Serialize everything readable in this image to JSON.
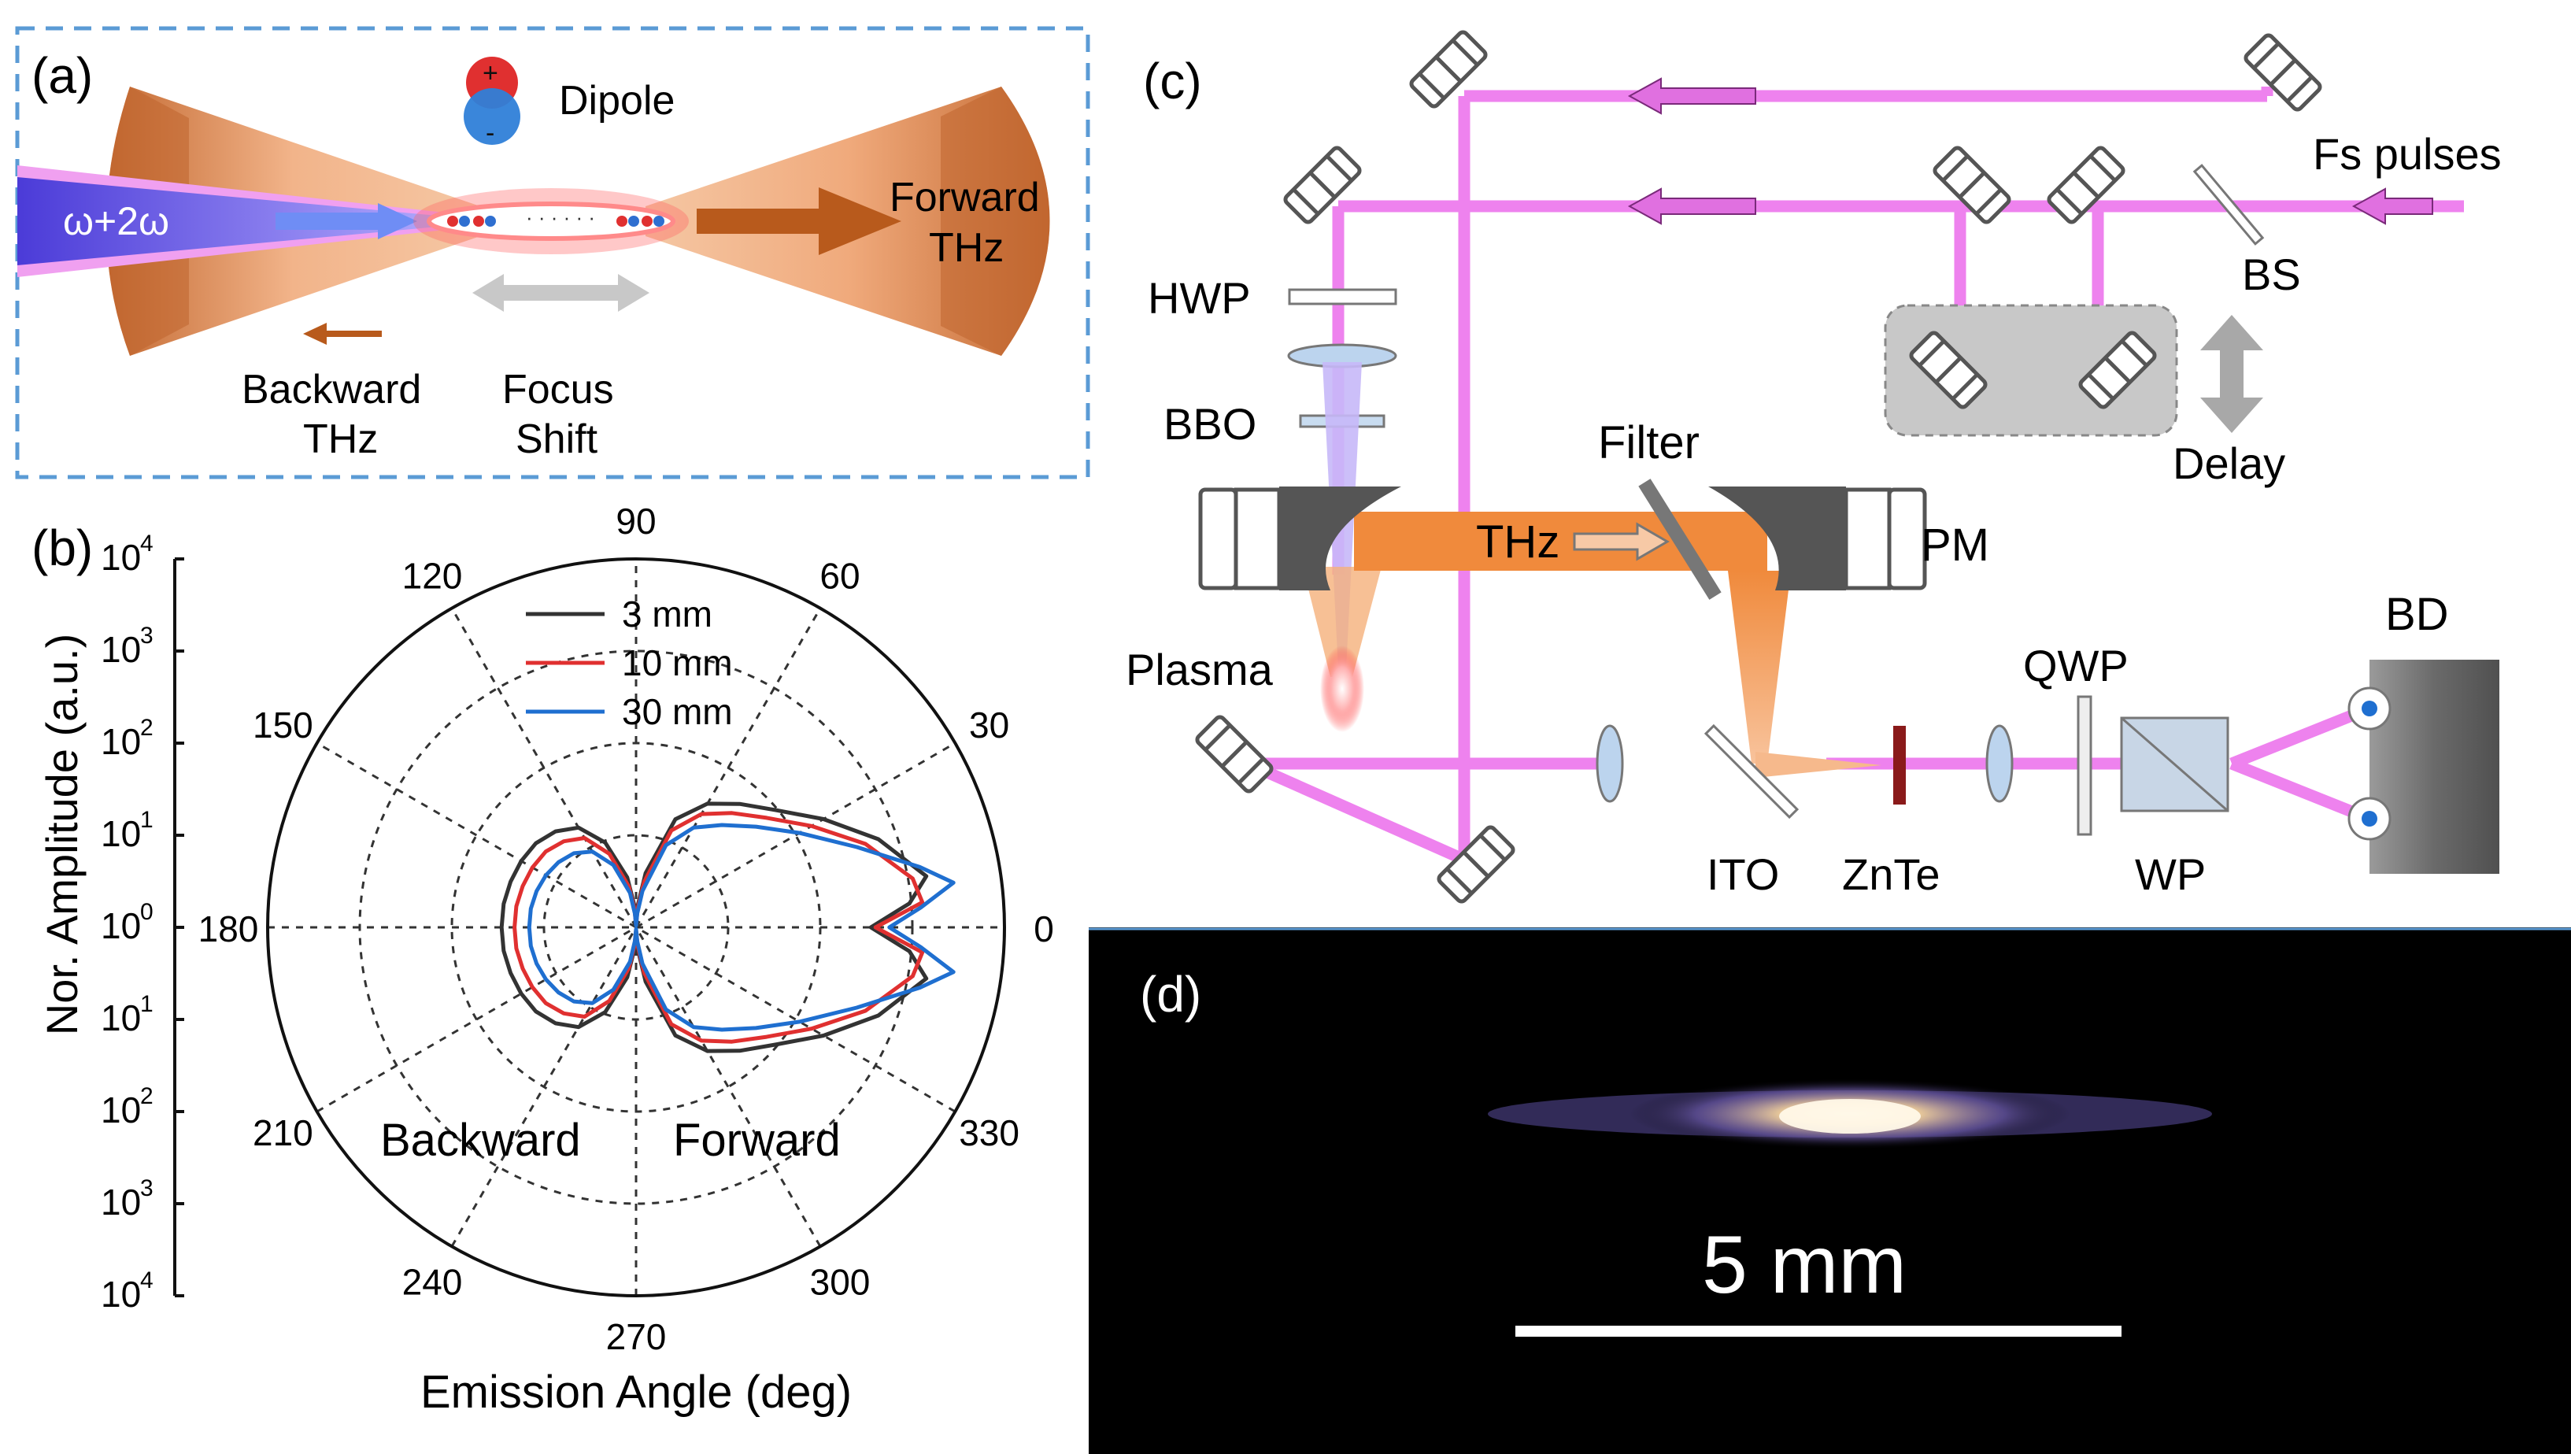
{
  "panel_a": {
    "label": "(a)",
    "dipole": "Dipole",
    "plus": "+",
    "minus": "-",
    "beam": "ω+2ω",
    "dots": "· · · · · ·",
    "forward_1": "Forward",
    "forward_2": "THz",
    "backward_1": "Backward",
    "backward_2": "THz",
    "focus_1": "Focus",
    "focus_2": "Shift",
    "colors": {
      "cone": "#c9703a",
      "beam": "#7a5cf0",
      "plasma": "#ff4040",
      "arrow": "#b85a1c",
      "frame": "#5b9bd5"
    }
  },
  "panel_b": {
    "label": "(b)",
    "ylabel": "Nor. Amplitude (a.u.)",
    "xlabel": "Emission Angle (deg)",
    "backward": "Backward",
    "forward": "Forward"
  },
  "panel_c": {
    "label": "(c)",
    "fs_pulses": "Fs pulses",
    "bs": "BS",
    "delay": "Delay",
    "hwp": "HWP",
    "bbo": "BBO",
    "filter": "Filter",
    "thz": "THz",
    "pm": "PM",
    "plasma": "Plasma",
    "qwp": "QWP",
    "bd": "BD",
    "ito": "ITO",
    "znte": "ZnTe",
    "wp": "WP",
    "colors": {
      "laser": "#ee82ee",
      "thz": "#f08a3c",
      "mirror": "#555555"
    }
  },
  "panel_d": {
    "label": "(d)",
    "scale": "5 mm"
  },
  "chart_data": {
    "type": "polar-line",
    "angle_ticks": [
      "0",
      "30",
      "60",
      "90",
      "120",
      "150",
      "180",
      "210",
      "240",
      "270",
      "300",
      "330"
    ],
    "radial_tick_labels": [
      {
        "base": "10",
        "exp": "4"
      },
      {
        "base": "10",
        "exp": "3"
      },
      {
        "base": "10",
        "exp": "2"
      },
      {
        "base": "10",
        "exp": "1"
      },
      {
        "base": "10",
        "exp": "0"
      },
      {
        "base": "10",
        "exp": "1"
      },
      {
        "base": "10",
        "exp": "2"
      },
      {
        "base": "10",
        "exp": "3"
      },
      {
        "base": "10",
        "exp": "4"
      }
    ],
    "rmax_decades": 4,
    "grid": true,
    "legend_position": "top-center",
    "series": [
      {
        "name": "3 mm",
        "color": "#333333",
        "angles": [
          0,
          5,
          10,
          20,
          30,
          40,
          50,
          60,
          70,
          80,
          85,
          90,
          95,
          100,
          110,
          120,
          130,
          140,
          150,
          160,
          170,
          180
        ],
        "r": [
          2.55,
          2.98,
          3.2,
          2.8,
          2.35,
          1.98,
          1.75,
          1.55,
          1.25,
          0.6,
          0.25,
          0.05,
          0.25,
          0.55,
          0.98,
          1.25,
          1.36,
          1.42,
          1.44,
          1.45,
          1.46,
          1.46
        ]
      },
      {
        "name": "10 mm",
        "color": "#e03030",
        "angles": [
          0,
          5,
          10,
          20,
          30,
          40,
          50,
          60,
          70,
          80,
          85,
          90,
          95,
          100,
          110,
          120,
          130,
          140,
          150,
          160,
          170,
          180
        ],
        "r": [
          2.6,
          3.12,
          3.05,
          2.65,
          2.2,
          1.85,
          1.62,
          1.42,
          1.12,
          0.5,
          0.2,
          0.03,
          0.2,
          0.45,
          0.85,
          1.12,
          1.22,
          1.28,
          1.3,
          1.31,
          1.32,
          1.32
        ]
      },
      {
        "name": "30 mm",
        "color": "#1f6fd0",
        "angles": [
          0,
          4,
          8,
          12,
          20,
          30,
          40,
          50,
          60,
          70,
          80,
          85,
          90,
          95,
          100,
          110,
          120,
          130,
          140,
          150,
          160,
          170,
          180
        ],
        "r": [
          2.75,
          3.1,
          3.48,
          3.15,
          2.55,
          2.05,
          1.7,
          1.45,
          1.25,
          0.95,
          0.4,
          0.15,
          0.02,
          0.15,
          0.38,
          0.72,
          0.95,
          1.05,
          1.1,
          1.13,
          1.15,
          1.16,
          1.16
        ]
      }
    ]
  }
}
